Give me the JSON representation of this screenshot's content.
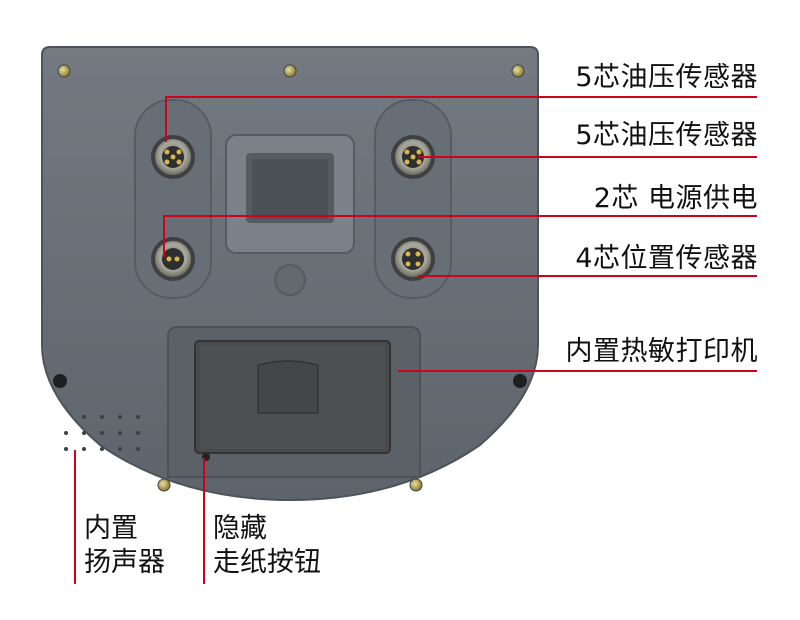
{
  "labels": {
    "oil_sensor_1": "5芯油压传感器",
    "oil_sensor_2": "5芯油压传感器",
    "power": "2芯 电源供电",
    "position_sensor": "4芯位置传感器",
    "printer": "内置热敏打印机",
    "speaker_line1": "内置",
    "speaker_line2": "扬声器",
    "paper_feed_line1": "隐藏",
    "paper_feed_line2": "走纸按钮"
  },
  "colors": {
    "leader": "#d0021b",
    "panel": "#6a7178",
    "printer": "#4a4b4c"
  }
}
